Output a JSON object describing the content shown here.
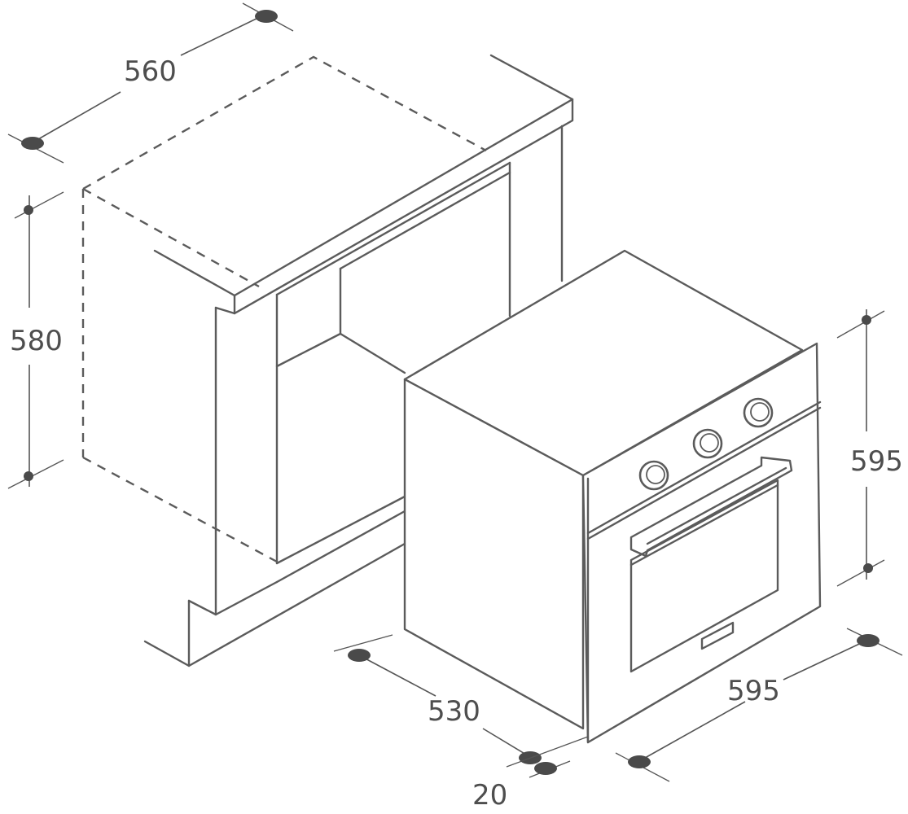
{
  "dimensions": {
    "cabinet_width": "560",
    "cabinet_height": "580",
    "oven_depth": "530",
    "front_panel_depth": "20",
    "oven_width": "595",
    "oven_height": "595"
  },
  "colors": {
    "line": "#5b5b5b",
    "dimension_marker": "#4a4a4a",
    "background": "#ffffff"
  }
}
